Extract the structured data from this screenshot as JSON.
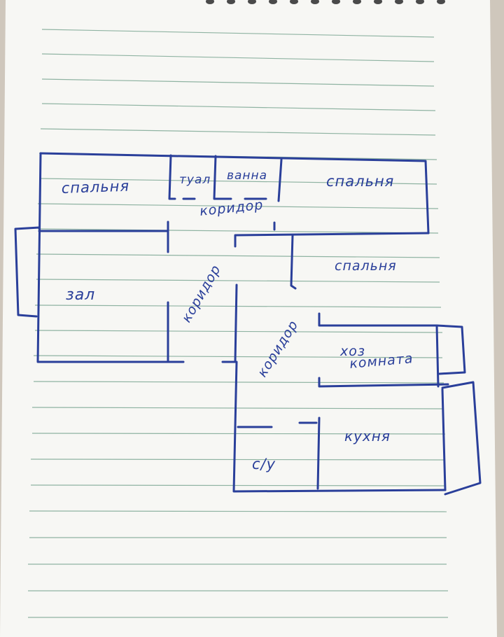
{
  "plan": {
    "bedroom_left": "спальня",
    "toilet": "туал",
    "bathroom": "ванна",
    "bedroom_right": "спальня",
    "corridor_top": "коридор",
    "hall": "зал",
    "corridor_left": "коридор",
    "bedroom_middle": "спальня",
    "corridor_center": "коридор",
    "utility_room_line1": "хоз",
    "utility_room_line2": "комната",
    "kitchen": "кухня",
    "wc": "с/у"
  },
  "colors": {
    "ink": "#2a3f9a",
    "paper": "#f7f7f4",
    "ruling": "#8fb3a2"
  }
}
